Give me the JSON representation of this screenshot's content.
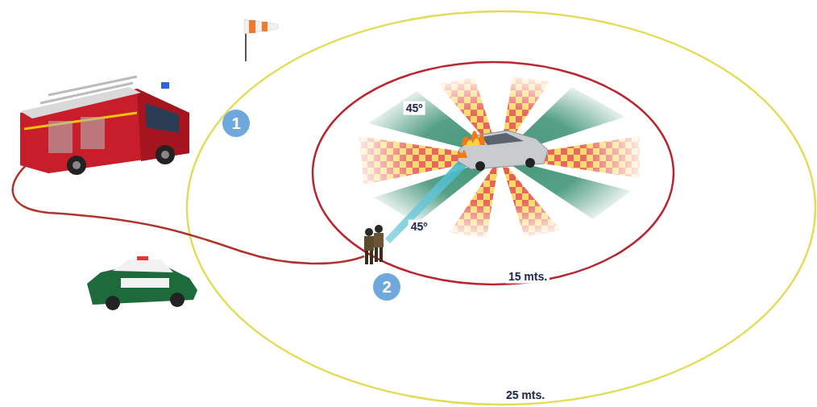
{
  "diagram": {
    "nodes": [
      {
        "text": [
          "1"
        ]
      },
      {
        "text": [
          "2"
        ]
      }
    ],
    "labels": [
      "45º",
      "45º",
      "15 mts.",
      "25 mts."
    ]
  }
}
